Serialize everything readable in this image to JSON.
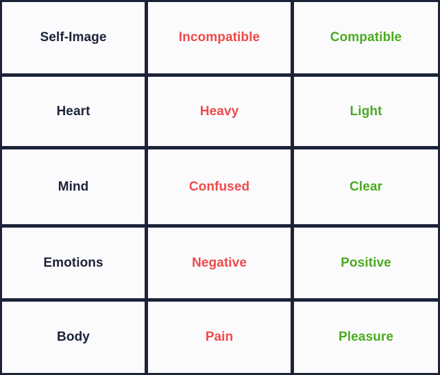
{
  "table": {
    "rows": [
      {
        "label": "Self-Image",
        "negative": "Incompatible",
        "positive": "Compatible"
      },
      {
        "label": "Heart",
        "negative": "Heavy",
        "positive": "Light"
      },
      {
        "label": "Mind",
        "negative": "Confused",
        "positive": "Clear"
      },
      {
        "label": "Emotions",
        "negative": "Negative",
        "positive": "Positive"
      },
      {
        "label": "Body",
        "negative": "Pain",
        "positive": "Pleasure"
      }
    ]
  },
  "colors": {
    "label_text": "#1b2238",
    "negative_text": "#ee4a4a",
    "positive_text": "#4aab1e",
    "grid_line": "#1c2338",
    "cell_background": "#fbfbfd"
  }
}
